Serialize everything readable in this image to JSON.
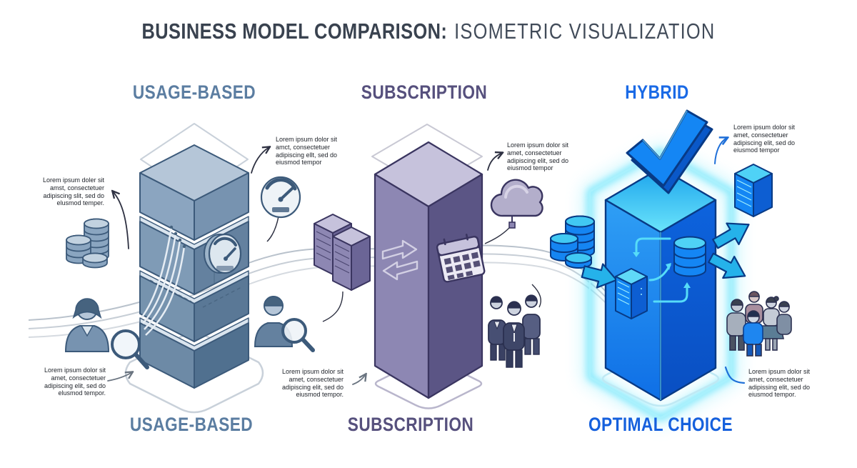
{
  "title": {
    "emphasis": "BUSINESS MODEL COMPARISON:",
    "rest": "ISOMETRIC VISUALIZATION"
  },
  "columns": [
    {
      "id": "usage-based",
      "header": "USAGE-BASED",
      "footer": "USAGE-BASED",
      "color": "#5b7da1"
    },
    {
      "id": "subscription",
      "header": "SUBSCRIPTION",
      "footer": "SUBSCRIPTION",
      "color": "#56507d"
    },
    {
      "id": "hybrid",
      "header": "HYBRID",
      "footer": "OPTIMAL CHOICE",
      "color": "#1a6ae6"
    }
  ],
  "callouts": [
    {
      "id": "usage-top",
      "text": "Lorem ipsum doler sit amst, consectetuer adipiscing slit, sed do elusmod temper."
    },
    {
      "id": "usage-mid",
      "text": "Lorem ipsum dolor sit amct, consectetuer adipiscing ellt, sed do eiusmod tempor"
    },
    {
      "id": "subscription-top",
      "text": "Lorem ipsum dolor sit amet, consectetuer adipiscing elit, sed do eiusmod tempor"
    },
    {
      "id": "hybrid-top",
      "text": "Lorem ipsum dolor sit amet, consectetuer adipiscing elit, sed do eiusmod tempor"
    },
    {
      "id": "usage-bottom",
      "text": "Lorem ipsum dolor sit amet, consectetuer adipiscing elit, sed do elusmod tempor."
    },
    {
      "id": "subscription-bottom",
      "text": "Lorem ipsum dolor sit amet, consectetuer adipiscing elit, sed do eiusmod tempor."
    },
    {
      "id": "hybrid-bottom",
      "text": "Lorem ipsum dolor sit amet, consectetuer adipissing elit, sed do eiusmod tempor."
    }
  ],
  "icons": {
    "usage_based": [
      "coin-stack-icon",
      "speedometer-icon",
      "usage-meter-icon",
      "analyst-magnifier-left-icon",
      "analyst-magnifier-right-icon"
    ],
    "subscription": [
      "server-racks-icon",
      "swap-arrows-icon",
      "calendar-icon",
      "cloud-icon",
      "business-team-icon"
    ],
    "hybrid": [
      "checkmark-icon",
      "blue-coins-icon",
      "inflow-arrow-icon",
      "server-icon",
      "database-icon",
      "cycle-arrows-icon",
      "outflow-arrow-up-icon",
      "outflow-arrow-down-icon",
      "small-server-icon",
      "user-group-icon"
    ]
  },
  "colors": {
    "usage_primary": "#5b7da1",
    "usage_block_light": "#b5c6d8",
    "usage_block_mid": "#7f9bb6",
    "usage_block_dark": "#50708f",
    "subscription_primary": "#56507d",
    "subscription_light": "#c6c2dc",
    "subscription_mid": "#8d87b3",
    "subscription_dark": "#5b5585",
    "hybrid_primary": "#1a6ae6",
    "hybrid_bright": "#1486f4",
    "hybrid_cyan": "#56dcf8",
    "glow": "#7deafc",
    "title_text": "#39424f",
    "callout_text": "#22262d",
    "flow_line": "#b9c2cc"
  }
}
